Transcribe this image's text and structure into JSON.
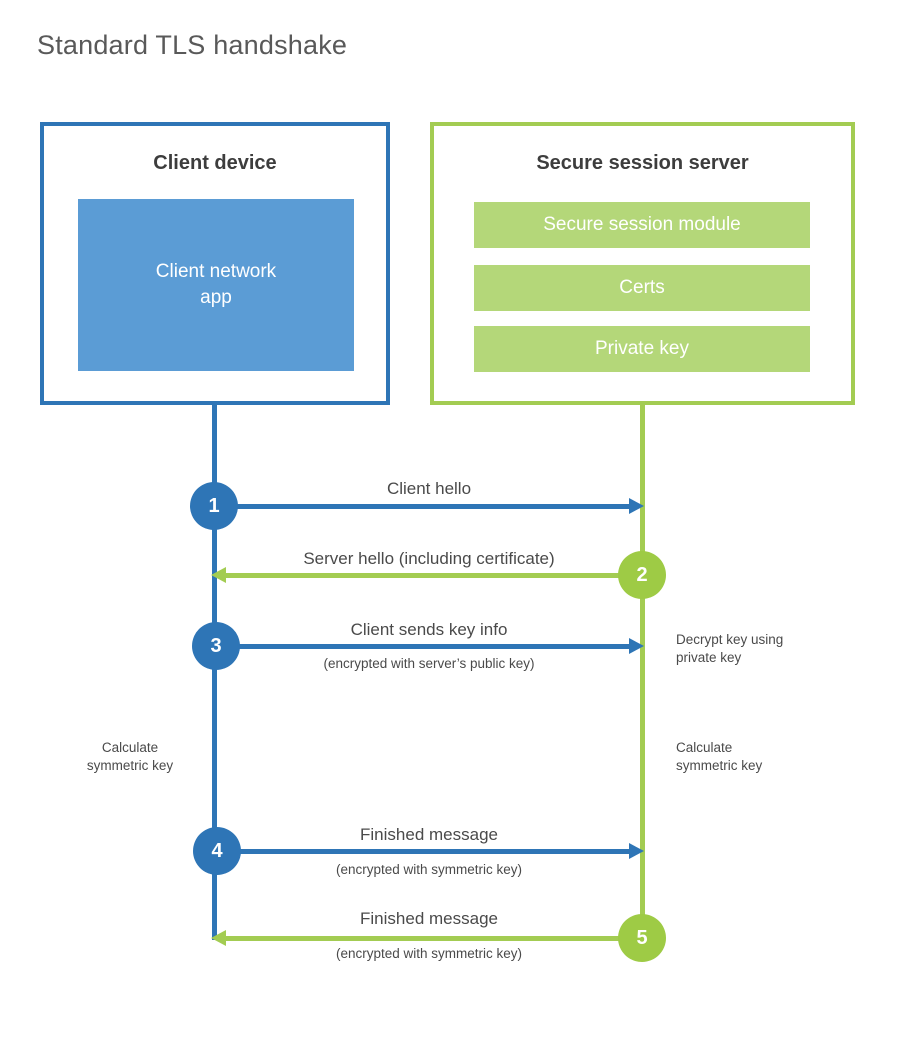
{
  "title": "Standard TLS handshake",
  "colors": {
    "client_blue": "#2e75b6",
    "client_fill_blue": "#5b9cd5",
    "server_green": "#a3cc52",
    "server_fill_green": "#b4d779",
    "text_dark": "#3d3d3d",
    "text_gray": "#4a4a4a"
  },
  "client": {
    "title": "Client device",
    "module": "Client network\napp"
  },
  "server": {
    "title": "Secure session server",
    "modules": [
      {
        "label": "Secure session module"
      },
      {
        "label": "Certs"
      },
      {
        "label": "Private key"
      }
    ]
  },
  "steps": [
    {
      "num": "1",
      "label": "Client hello",
      "sub": "",
      "direction": "client-to-server",
      "color": "blue"
    },
    {
      "num": "2",
      "label": "Server hello (including certificate)",
      "sub": "",
      "direction": "server-to-client",
      "color": "green"
    },
    {
      "num": "3",
      "label": "Client sends key info",
      "sub": "(encrypted with server’s public key)",
      "direction": "client-to-server",
      "color": "blue"
    },
    {
      "num": "4",
      "label": "Finished message",
      "sub": "(encrypted with symmetric key)",
      "direction": "client-to-server",
      "color": "blue"
    },
    {
      "num": "5",
      "label": "Finished message",
      "sub": "(encrypted with symmetric key)",
      "direction": "server-to-client",
      "color": "green"
    }
  ],
  "notes": {
    "decrypt": "Decrypt key using\nprivate key",
    "calc_left": "Calculate\nsymmetric key",
    "calc_right": "Calculate\nsymmetric key"
  }
}
